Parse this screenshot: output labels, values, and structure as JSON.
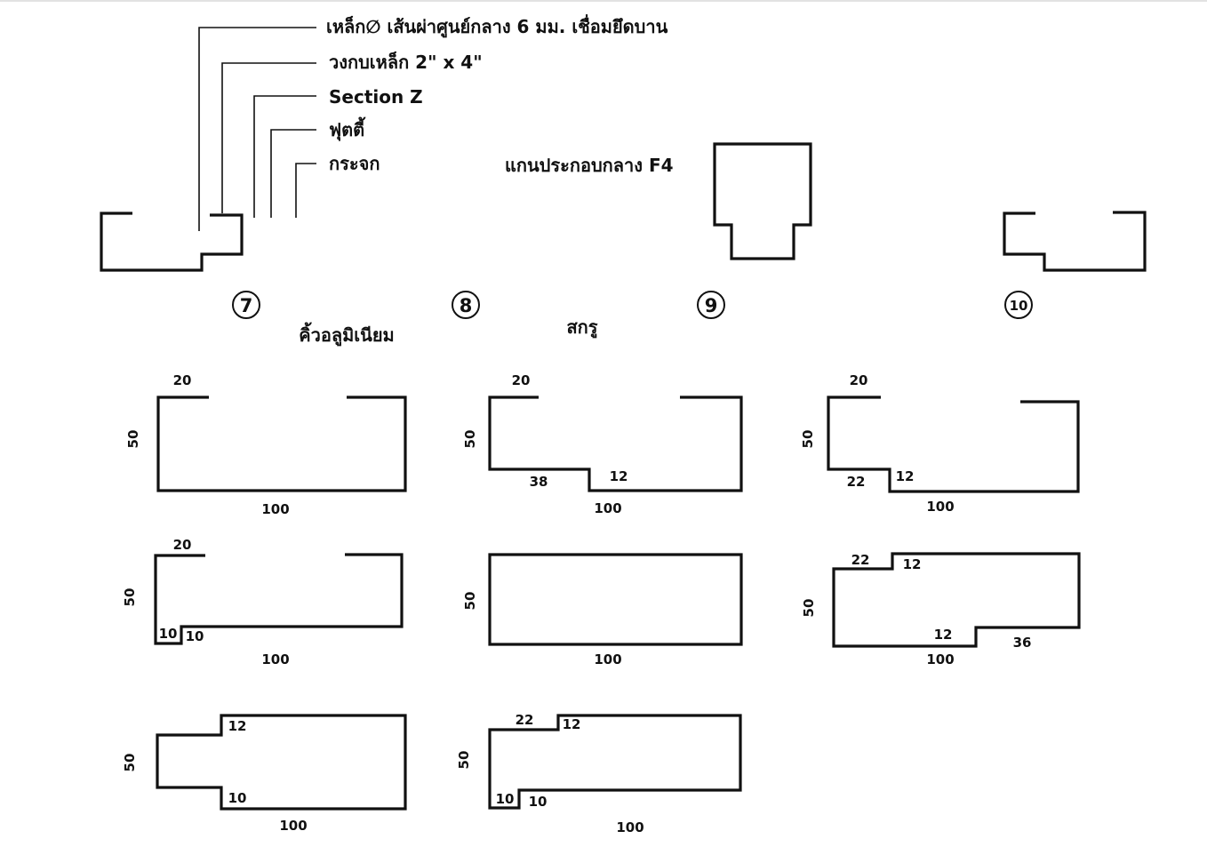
{
  "legend": [
    "เหล็ก∅ เส้นผ่าศูนย์กลาง 6 มม.   เชื่อมยึดบาน",
    "วงกบเหล็ก  2\" x 4\"",
    "Section Z",
    "ฟุตตี้",
    "กระจก"
  ],
  "core_label": "แกนประกอบกลาง F4",
  "markers": [
    "7",
    "8",
    "9",
    "10"
  ],
  "captions": {
    "aluminium_trim": "คิ้วอลูมิเนียม",
    "screw": "สกรู"
  },
  "dims": {
    "d20": "20",
    "d50": "50",
    "d100": "100",
    "d38": "38",
    "d12": "12",
    "d22": "22",
    "d10": "10",
    "d36": "36"
  }
}
